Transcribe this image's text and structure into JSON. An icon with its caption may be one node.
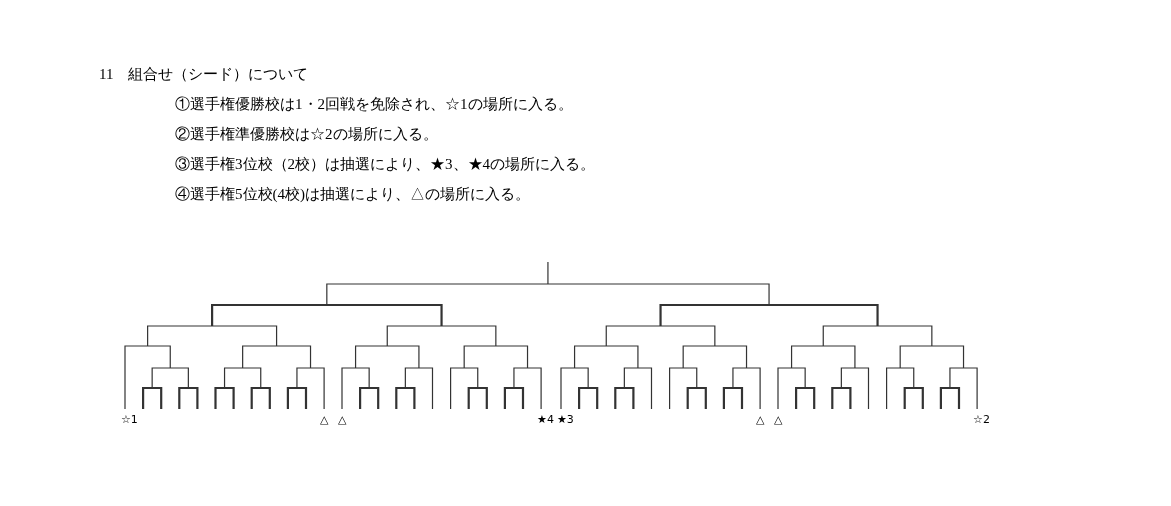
{
  "diagram": {
    "title": "11　組合せ（シード）について",
    "labels": [
      "①選手権優勝校は1・2回戦を免除され、☆1の場所に入る。",
      "②選手権準優勝校は☆2の場所に入る。",
      "③選手権3位校（2校）は抽選により、★3、★4の場所に入る。",
      "④選手権5位校(4校)は抽選により、△の場所に入る。",
      "☆1",
      "△",
      "△",
      "★4",
      "★3",
      "△",
      "△",
      "☆2"
    ]
  }
}
